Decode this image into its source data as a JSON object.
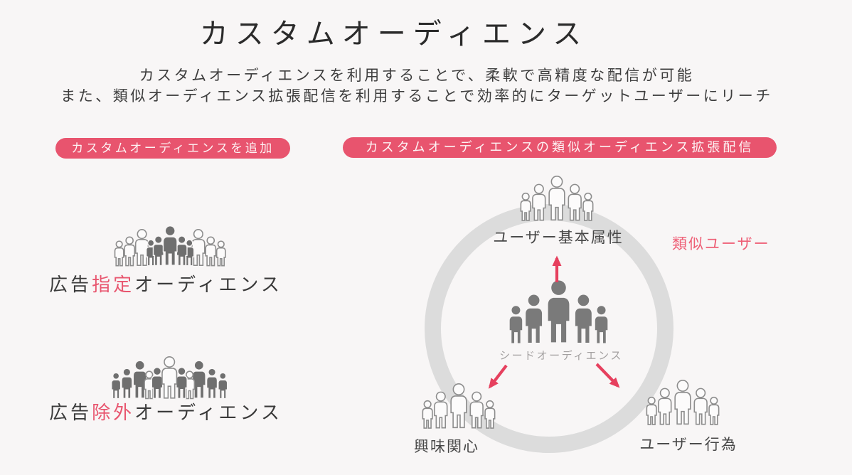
{
  "page": {
    "background": "#f8f6f6"
  },
  "colors": {
    "accent_pink": "#e8546e",
    "arrow_pink": "#e6405e",
    "ring_gray": "#dcdcdc",
    "person_dark_gray": "#6f6f6f",
    "person_outline_gray": "#8d8d8d",
    "title_text": "#2b2b2b",
    "seed_label_gray": "#a3a0a0"
  },
  "header": {
    "title": "カスタムオーディエンス",
    "subtitle_line1": "カスタムオーディエンスを利用することで、柔軟で高精度な配信が可能",
    "subtitle_line2": "また、類似オーディエンス拡張配信を利用することで効率的にターゲットユーザーにリーチ"
  },
  "left_panel": {
    "badge": "カスタムオーディエンスを追加",
    "audiences": [
      {
        "prefix": "広告",
        "highlight": "指定",
        "suffix": "オーディエンス",
        "icon": "included-audience-crowd-icon"
      },
      {
        "prefix": "広告",
        "highlight": "除外",
        "suffix": "オーディエンス",
        "icon": "excluded-audience-crowd-icon"
      }
    ]
  },
  "right_panel": {
    "badge": "カスタムオーディエンスの類似オーディエンス拡張配信",
    "diagram": {
      "ring_label": "類似ユーザー",
      "center": {
        "label": "シードオーディエンス",
        "icon": "seed-audience-crowd-icon"
      },
      "nodes": [
        {
          "position": "top",
          "label": "ユーザー基本属性",
          "icon": "user-attributes-crowd-icon"
        },
        {
          "position": "bottom-left",
          "label": "興味関心",
          "icon": "interests-crowd-icon"
        },
        {
          "position": "bottom-right",
          "label": "ユーザー行為",
          "icon": "user-behavior-crowd-icon"
        }
      ]
    }
  }
}
